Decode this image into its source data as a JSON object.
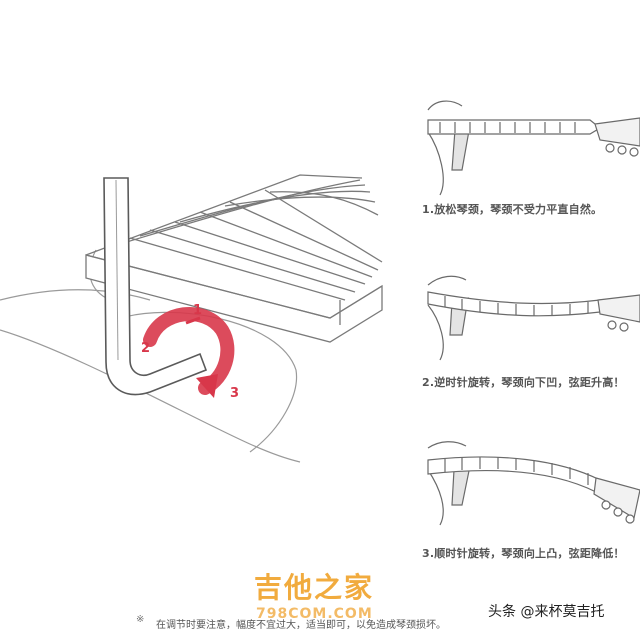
{
  "captions": [
    "1.放松琴颈，琴颈不受力平直自然。",
    "2.逆时针旋转，琴颈向下凹，弦距升高！",
    "3.顺时针旋转，琴颈向上凸，弦距降低！"
  ],
  "rotation_labels": [
    "1",
    "2",
    "3"
  ],
  "watermark": {
    "title": "吉他之家",
    "url": "798COM.COM"
  },
  "footnote": {
    "mark": "※",
    "text": "在调节时要注意，幅度不宜过大，适当即可，以免造成琴颈损坏。"
  },
  "attribution": "头条 @来杯莫吉托",
  "colors": {
    "accent": "#d8374a",
    "line": "#7a7a7a",
    "watermark": "#f0a22a"
  }
}
